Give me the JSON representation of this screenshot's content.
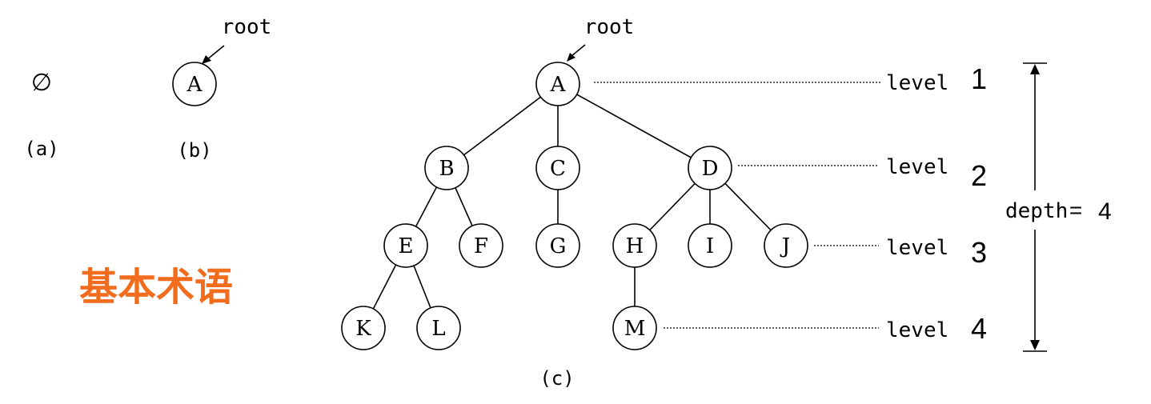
{
  "panels": {
    "a": {
      "symbol": "∅",
      "caption": "(a)"
    },
    "b": {
      "root_label": "root",
      "node": "A",
      "caption": "(b)"
    },
    "c": {
      "root_label": "root",
      "caption": "(c)",
      "nodes": [
        "A",
        "B",
        "C",
        "D",
        "E",
        "F",
        "G",
        "H",
        "I",
        "J",
        "K",
        "L",
        "M"
      ],
      "edges": [
        [
          "A",
          "B"
        ],
        [
          "A",
          "C"
        ],
        [
          "A",
          "D"
        ],
        [
          "B",
          "E"
        ],
        [
          "B",
          "F"
        ],
        [
          "C",
          "G"
        ],
        [
          "D",
          "H"
        ],
        [
          "D",
          "I"
        ],
        [
          "D",
          "J"
        ],
        [
          "E",
          "K"
        ],
        [
          "E",
          "L"
        ],
        [
          "H",
          "M"
        ]
      ],
      "levels": [
        {
          "word": "level",
          "number": "1"
        },
        {
          "word": "level",
          "number": "2"
        },
        {
          "word": "level",
          "number": "3"
        },
        {
          "word": "level",
          "number": "4"
        }
      ],
      "depth": {
        "label": "depth",
        "eq": "=",
        "value": "4"
      }
    }
  },
  "title": {
    "text": "基本术语",
    "color": "#f26c1d"
  },
  "colors": {
    "ink": "#000000",
    "node_fill": "#ffffff"
  }
}
